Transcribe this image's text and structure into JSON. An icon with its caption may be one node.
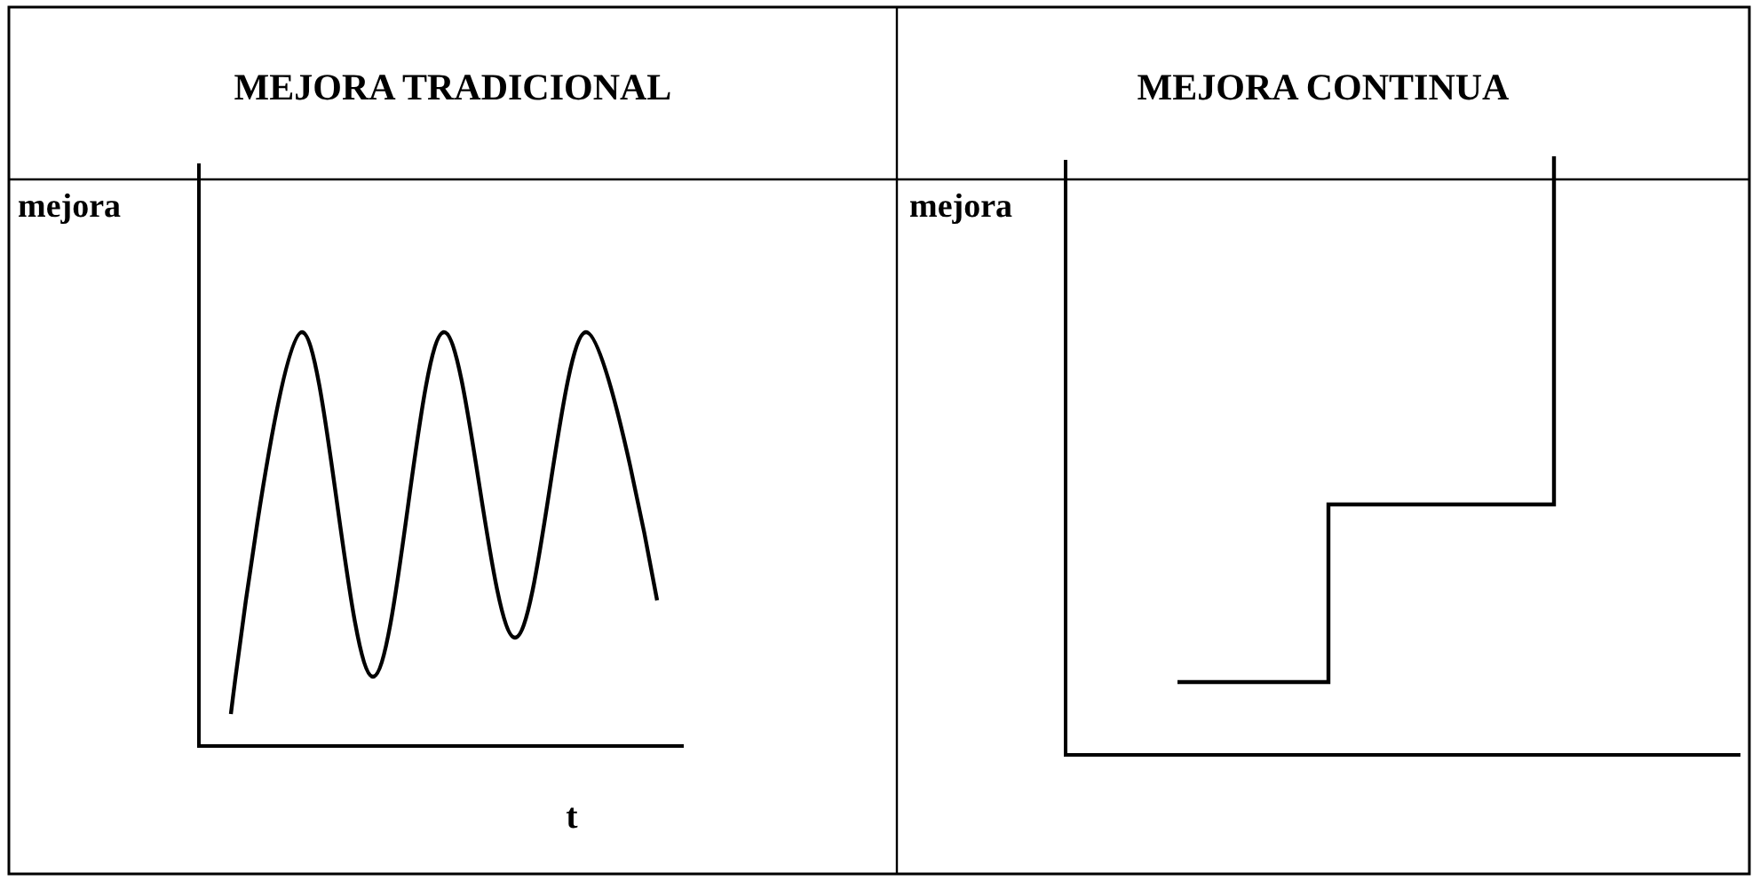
{
  "diagram": {
    "labels": [
      "MEJORA TRADICIONAL",
      "MEJORA CONTINUA",
      "mejora",
      "mejora",
      "t"
    ]
  }
}
